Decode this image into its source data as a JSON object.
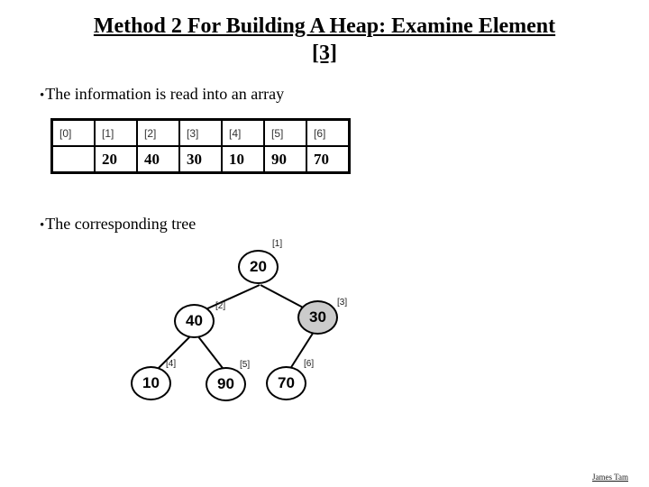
{
  "title": {
    "line1": "Method 2 For Building A Heap: Examine Element",
    "line2": "[3]"
  },
  "bullets": {
    "marker": "•",
    "array_text": "The information is read into an array",
    "tree_text": "The corresponding tree"
  },
  "array_table": {
    "headers": [
      "[0]",
      "[1]",
      "[2]",
      "[3]",
      "[4]",
      "[5]",
      "[6]"
    ],
    "values": [
      "",
      "20",
      "40",
      "30",
      "10",
      "90",
      "70"
    ]
  },
  "tree": {
    "nodes": [
      {
        "index_label": "[1]",
        "value": "20",
        "highlighted": false
      },
      {
        "index_label": "[2]",
        "value": "40",
        "highlighted": false
      },
      {
        "index_label": "[3]",
        "value": "30",
        "highlighted": true
      },
      {
        "index_label": "[4]",
        "value": "10",
        "highlighted": false
      },
      {
        "index_label": "[5]",
        "value": "90",
        "highlighted": false
      },
      {
        "index_label": "[6]",
        "value": "70",
        "highlighted": false
      }
    ],
    "edges": [
      "[1]-[2]",
      "[1]-[3]",
      "[2]-[4]",
      "[2]-[5]",
      "[3]-[6]"
    ]
  },
  "colors": {
    "node_fill": "#ffffff",
    "highlight_node_fill": "#cbcbcb",
    "line_color": "#000000"
  },
  "footer": {
    "credit": "James Tam"
  }
}
